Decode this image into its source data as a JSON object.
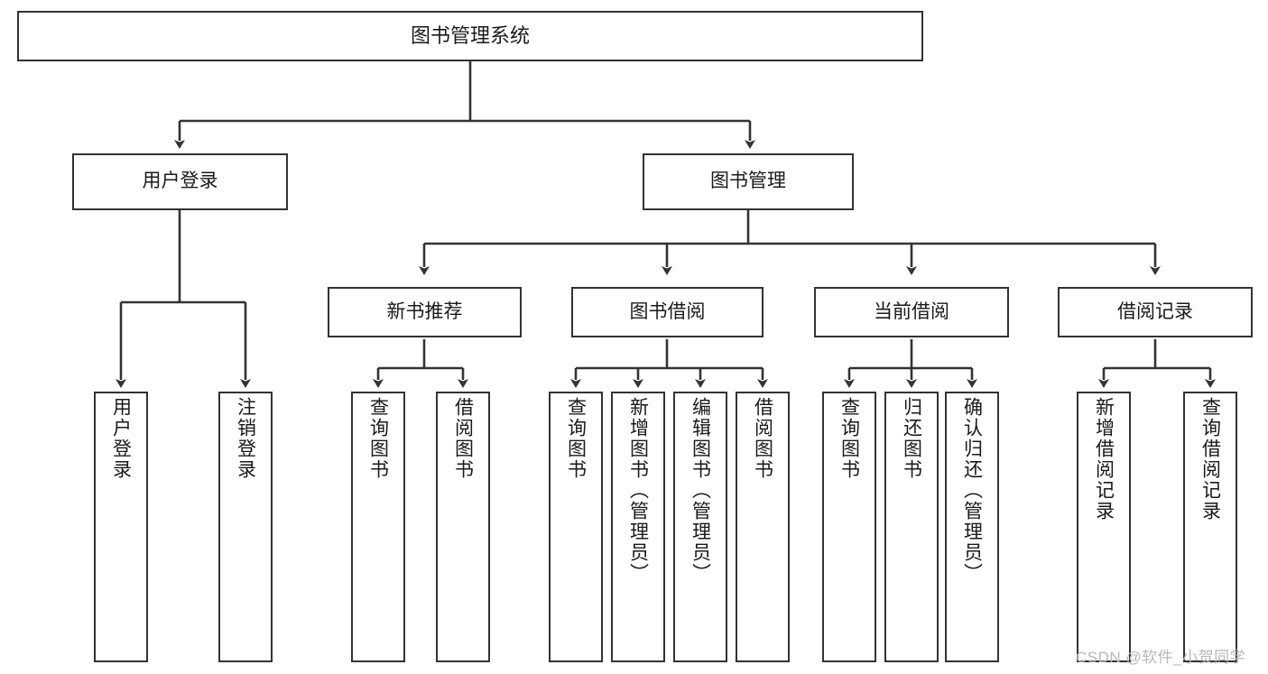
{
  "diagram": {
    "type": "tree-hierarchy-diagram",
    "title": "图书管理系统",
    "colors": {
      "box_stroke": "#333333",
      "connector": "#333333",
      "background": "#ffffff",
      "text": "#1a1a1a",
      "watermark": "#b8b8b8"
    },
    "nodes": {
      "root": {
        "label": "图书管理系统"
      },
      "level2": [
        {
          "id": "user-login",
          "label": "用户登录"
        },
        {
          "id": "book-management",
          "label": "图书管理"
        }
      ],
      "level3": [
        {
          "id": "new-book-recommend",
          "label": "新书推荐"
        },
        {
          "id": "book-borrow",
          "label": "图书借阅"
        },
        {
          "id": "current-borrow",
          "label": "当前借阅"
        },
        {
          "id": "borrow-record",
          "label": "借阅记录"
        }
      ],
      "leaves": {
        "user_login": [
          {
            "id": "leaf-user-login",
            "label": "用户登录"
          },
          {
            "id": "leaf-logout-login",
            "label": "注销登录"
          }
        ],
        "new_book_recommend": [
          {
            "id": "leaf-query-book-1",
            "label": "查询图书"
          },
          {
            "id": "leaf-borrow-book-1",
            "label": "借阅图书"
          }
        ],
        "book_borrow": [
          {
            "id": "leaf-query-book-2",
            "label": "查询图书"
          },
          {
            "id": "leaf-add-book",
            "label": "新增图书（管理员）"
          },
          {
            "id": "leaf-edit-book",
            "label": "编辑图书（管理员）"
          },
          {
            "id": "leaf-borrow-book-2",
            "label": "借阅图书"
          }
        ],
        "current_borrow": [
          {
            "id": "leaf-query-book-3",
            "label": "查询图书"
          },
          {
            "id": "leaf-return-book",
            "label": "归还图书"
          },
          {
            "id": "leaf-confirm-return",
            "label": "确认归还（管理员）"
          }
        ],
        "borrow_record": [
          {
            "id": "leaf-add-record",
            "label": "新增借阅记录"
          },
          {
            "id": "leaf-query-record",
            "label": "查询借阅记录"
          }
        ]
      }
    },
    "watermark": "CSDN @软件_小贺同学"
  }
}
